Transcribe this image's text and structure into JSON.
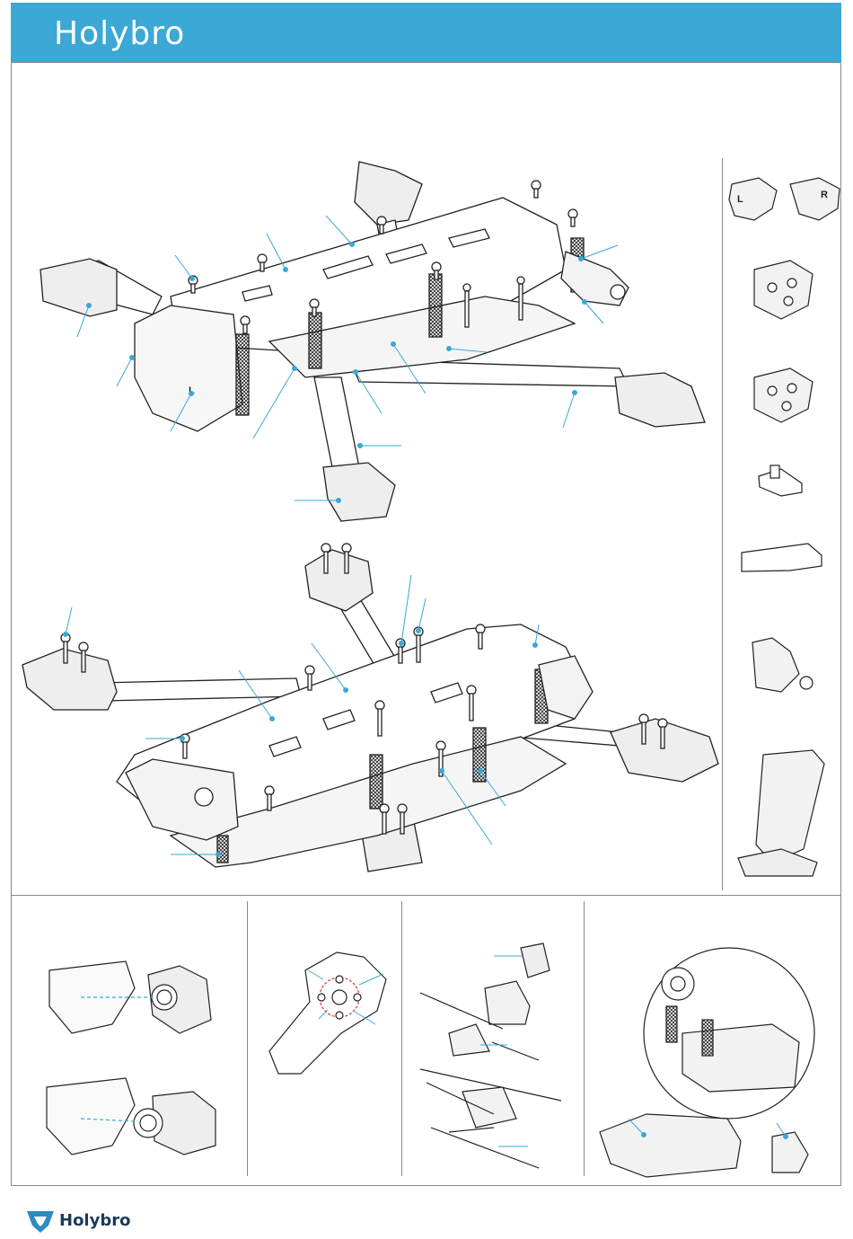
{
  "header": {
    "brand": "Holybro",
    "color": "#3ba8d6"
  },
  "parts": {
    "arm_guard_left_letter": "L",
    "arm_guard_right_letter": "R",
    "frame_arm_letter": "L"
  },
  "footer": {
    "brand": "Holybro",
    "logo_color": "#2c8cc2"
  },
  "colors": {
    "accent": "#3ba8d6",
    "line": "#222222",
    "label_dot": "#3ba8d6"
  }
}
